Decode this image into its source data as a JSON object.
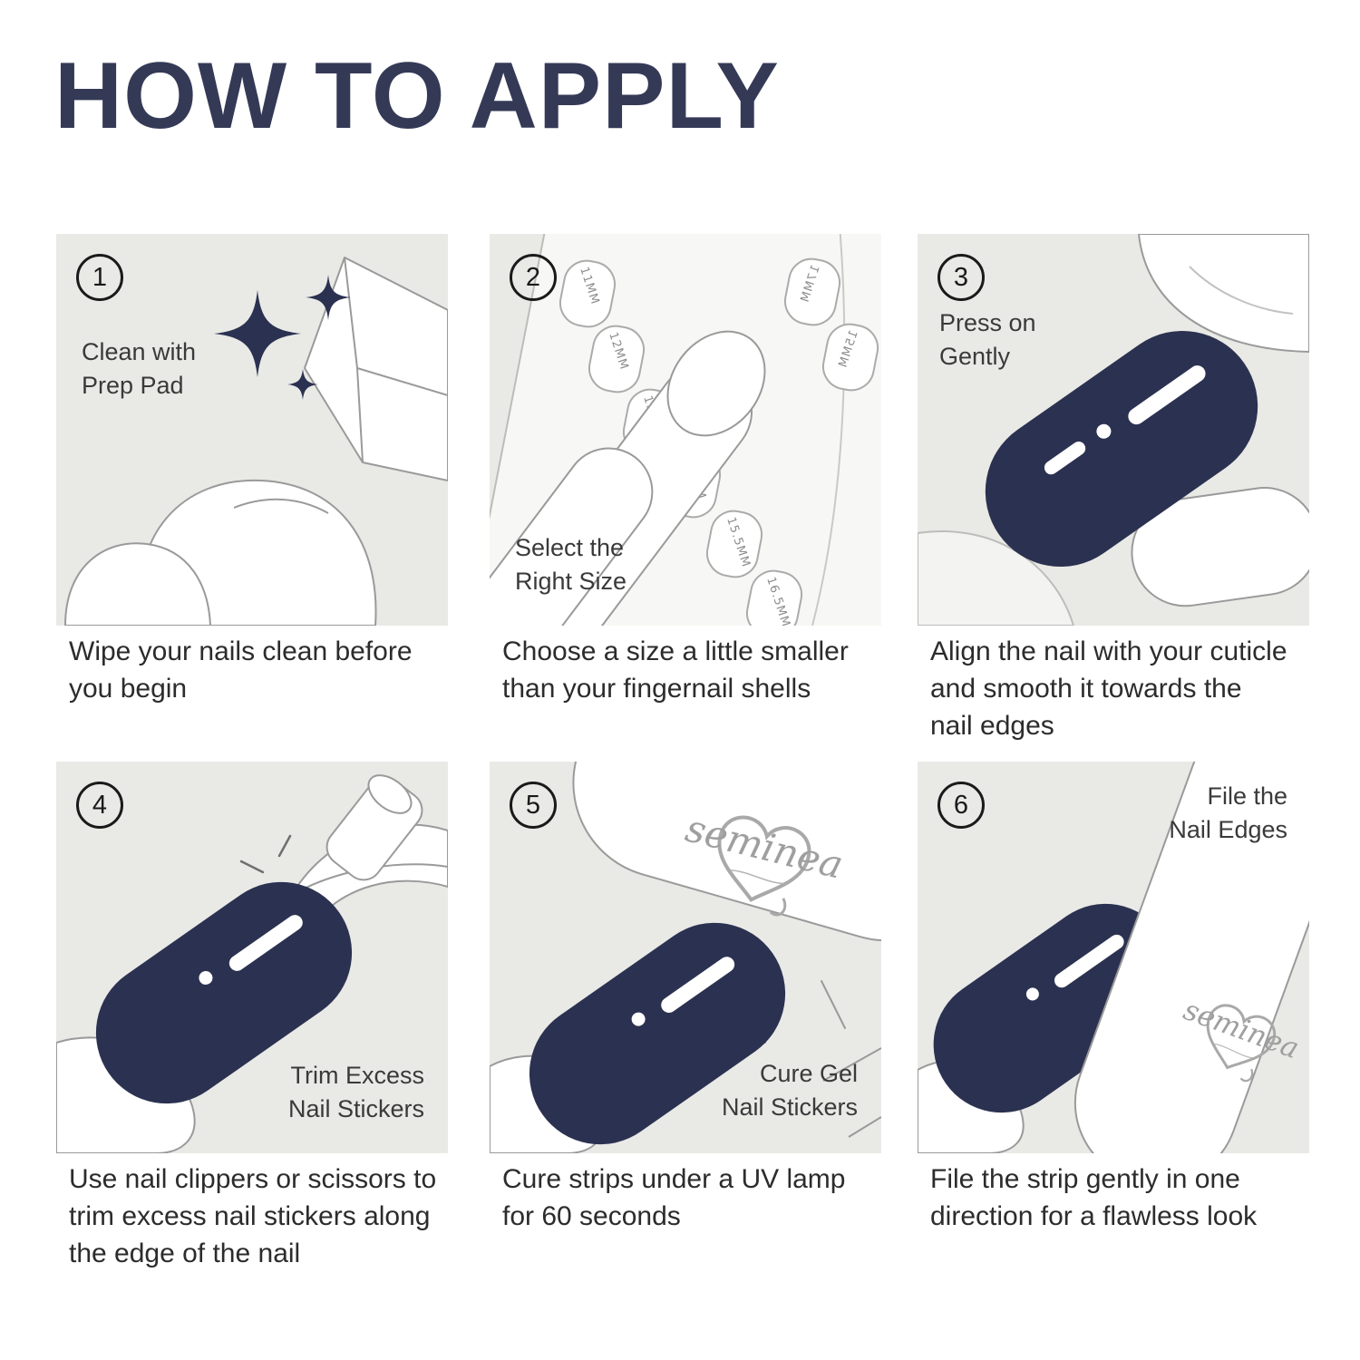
{
  "page": {
    "title": "HOW TO APPLY"
  },
  "brand": {
    "name": "seminea"
  },
  "colors": {
    "navy": "#2b3150",
    "panel_bg": "#e9e9e6",
    "title": "#343a56"
  },
  "steps": [
    {
      "number": "1",
      "label": "Clean with\nPrep Pad",
      "caption": "Wipe your nails clean before\nyou begin"
    },
    {
      "number": "2",
      "label": "Select the\nRight Size",
      "caption": "Choose a size a little smaller\nthan your fingernail shells",
      "sizes": [
        "11MM",
        "12MM",
        "13MM",
        "14 MM",
        "15.5MM",
        "16.5MM",
        "17MM",
        "15MM"
      ]
    },
    {
      "number": "3",
      "label": "Press on\nGently",
      "caption": "Align the nail with your cuticle\nand smooth it towards the\nnail edges"
    },
    {
      "number": "4",
      "label": "Trim Excess\nNail Stickers",
      "caption": "Use nail clippers or scissors to\ntrim excess nail stickers along\nthe edge of the nail"
    },
    {
      "number": "5",
      "label": "Cure Gel\nNail Stickers",
      "caption": "Cure strips under a UV lamp\nfor 60 seconds"
    },
    {
      "number": "6",
      "label": "File the\nNail Edges",
      "caption": "File the strip gently in one\ndirection for a flawless look"
    }
  ]
}
